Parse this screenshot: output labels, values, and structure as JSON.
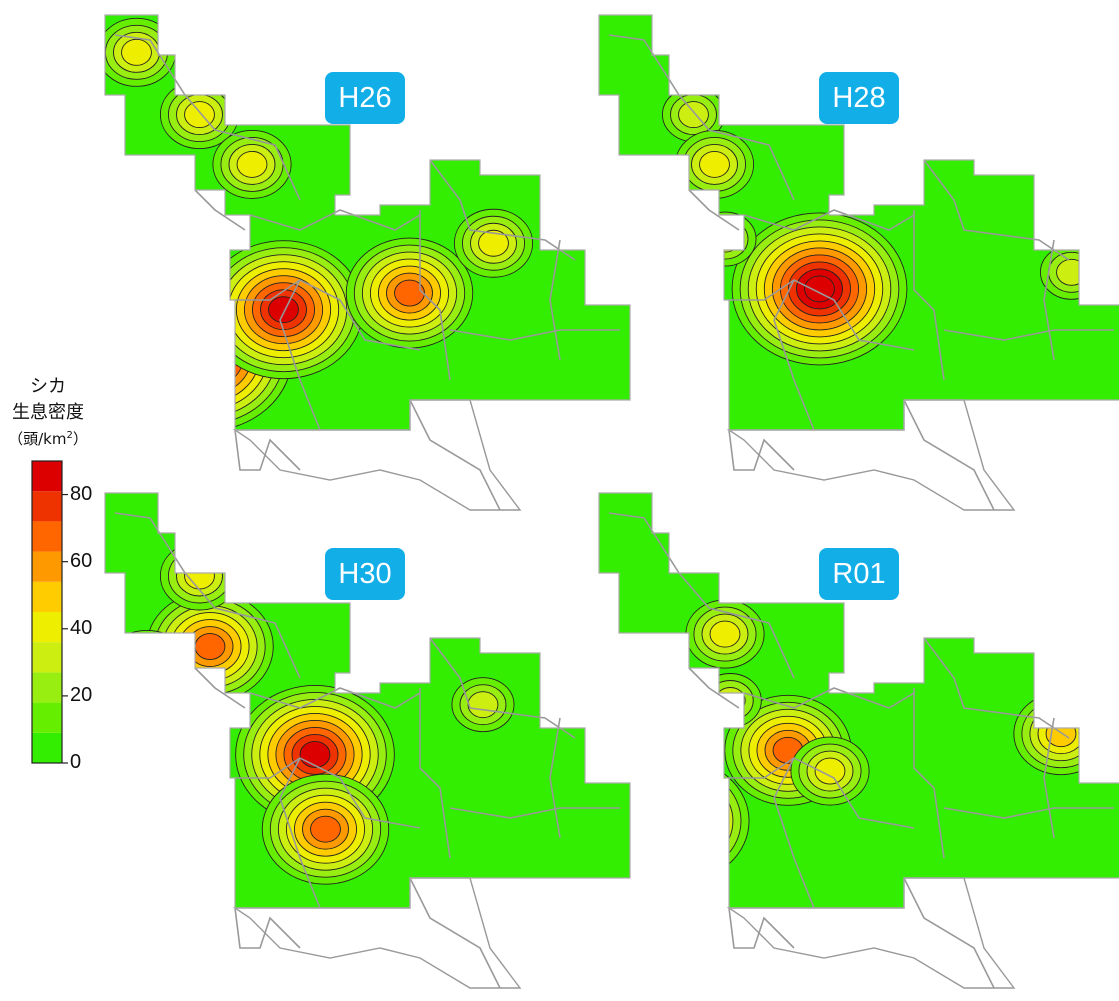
{
  "legend": {
    "title_line1": "シカ",
    "title_line2": "生息密度",
    "unit_prefix": "（頭/km",
    "unit_sup": "2",
    "unit_suffix": "）",
    "ticks": [
      {
        "value": 80,
        "label": "80"
      },
      {
        "value": 60,
        "label": "60"
      },
      {
        "value": 40,
        "label": "40"
      },
      {
        "value": 20,
        "label": "20"
      },
      {
        "value": 0,
        "label": "0"
      }
    ],
    "scale_max": 90,
    "colors": [
      "#33ee00",
      "#66ee00",
      "#99ee11",
      "#ccee11",
      "#eeee00",
      "#ffcc00",
      "#ff9900",
      "#ff6600",
      "#ee3300",
      "#dd0000"
    ]
  },
  "panels": [
    {
      "year": "H26",
      "hotspots": [
        {
          "u": 0.18,
          "v": 0.24,
          "d": 36
        },
        {
          "u": 0.28,
          "v": 0.36,
          "d": 40
        },
        {
          "u": 0.06,
          "v": 0.09,
          "d": 34
        },
        {
          "u": 0.19,
          "v": 0.82,
          "d": 88
        },
        {
          "u": 0.34,
          "v": 0.71,
          "d": 82
        },
        {
          "u": 0.58,
          "v": 0.67,
          "d": 62
        },
        {
          "u": 0.74,
          "v": 0.55,
          "d": 34
        }
      ]
    },
    {
      "year": "H28",
      "hotspots": [
        {
          "u": 0.18,
          "v": 0.24,
          "d": 30
        },
        {
          "u": 0.22,
          "v": 0.36,
          "d": 34
        },
        {
          "u": 0.42,
          "v": 0.66,
          "d": 88
        },
        {
          "u": 0.24,
          "v": 0.54,
          "d": 26
        },
        {
          "u": 0.9,
          "v": 0.62,
          "d": 30
        }
      ]
    },
    {
      "year": "H30",
      "hotspots": [
        {
          "u": 0.2,
          "v": 0.37,
          "d": 62
        },
        {
          "u": 0.18,
          "v": 0.2,
          "d": 36
        },
        {
          "u": 0.32,
          "v": 0.1,
          "d": 60
        },
        {
          "u": 0.08,
          "v": 0.43,
          "d": 44
        },
        {
          "u": 0.4,
          "v": 0.63,
          "d": 78
        },
        {
          "u": 0.42,
          "v": 0.81,
          "d": 60
        },
        {
          "u": 0.72,
          "v": 0.51,
          "d": 28
        }
      ]
    },
    {
      "year": "R01",
      "hotspots": [
        {
          "u": 0.24,
          "v": 0.34,
          "d": 40
        },
        {
          "u": 0.36,
          "v": 0.62,
          "d": 66
        },
        {
          "u": 0.15,
          "v": 0.79,
          "d": 72
        },
        {
          "u": 0.44,
          "v": 0.67,
          "d": 34
        },
        {
          "u": 0.88,
          "v": 0.58,
          "d": 44
        },
        {
          "u": 0.25,
          "v": 0.5,
          "d": 28
        }
      ]
    }
  ]
}
